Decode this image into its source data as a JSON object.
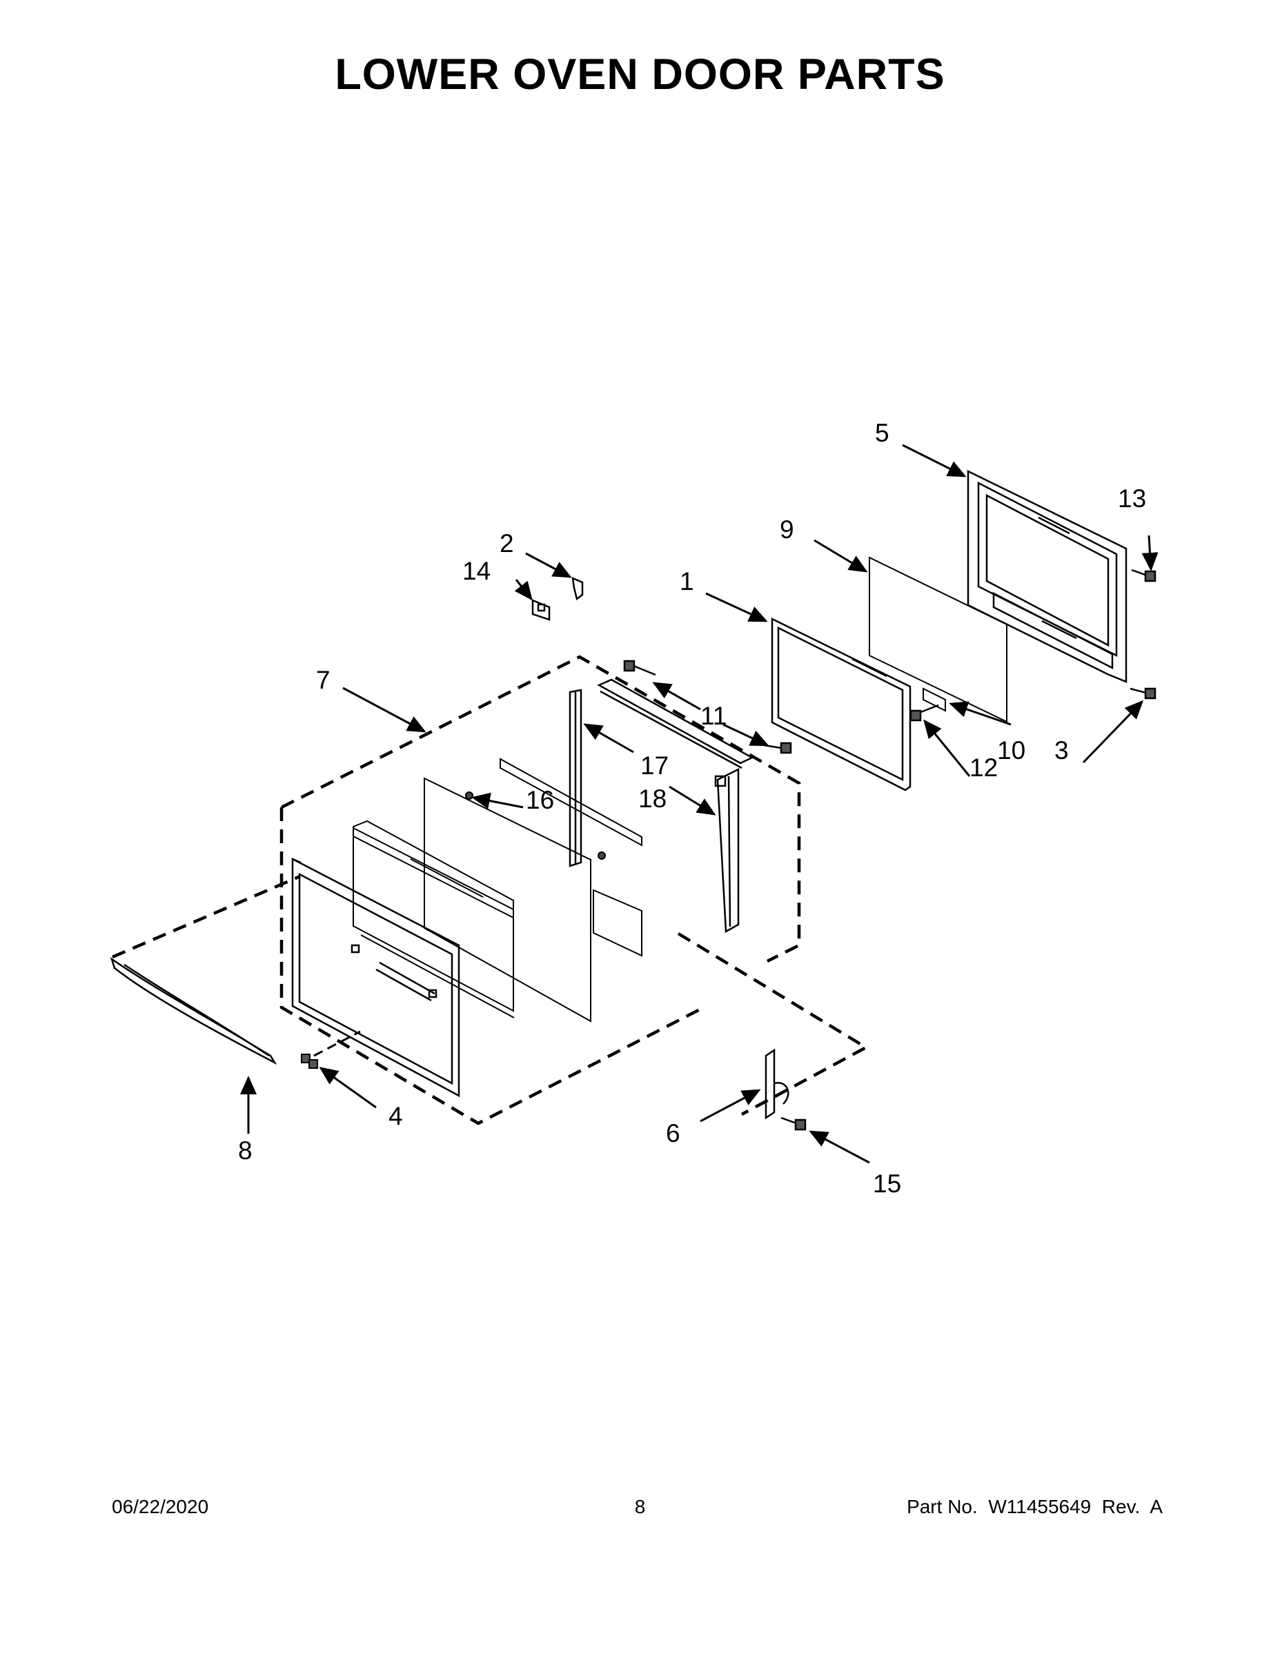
{
  "title": "LOWER OVEN DOOR PARTS",
  "callouts": {
    "c1": "1",
    "c2": "2",
    "c3": "3",
    "c4": "4",
    "c5": "5",
    "c6": "6",
    "c7": "7",
    "c8": "8",
    "c9": "9",
    "c10": "10",
    "c11": "11",
    "c12": "12",
    "c13": "13",
    "c14": "14",
    "c15": "15",
    "c16": "16",
    "c17": "17",
    "c18": "18"
  },
  "footer": {
    "date": "06/22/2020",
    "page": "8",
    "part": "Part No.  W11455649  Rev.  A"
  }
}
